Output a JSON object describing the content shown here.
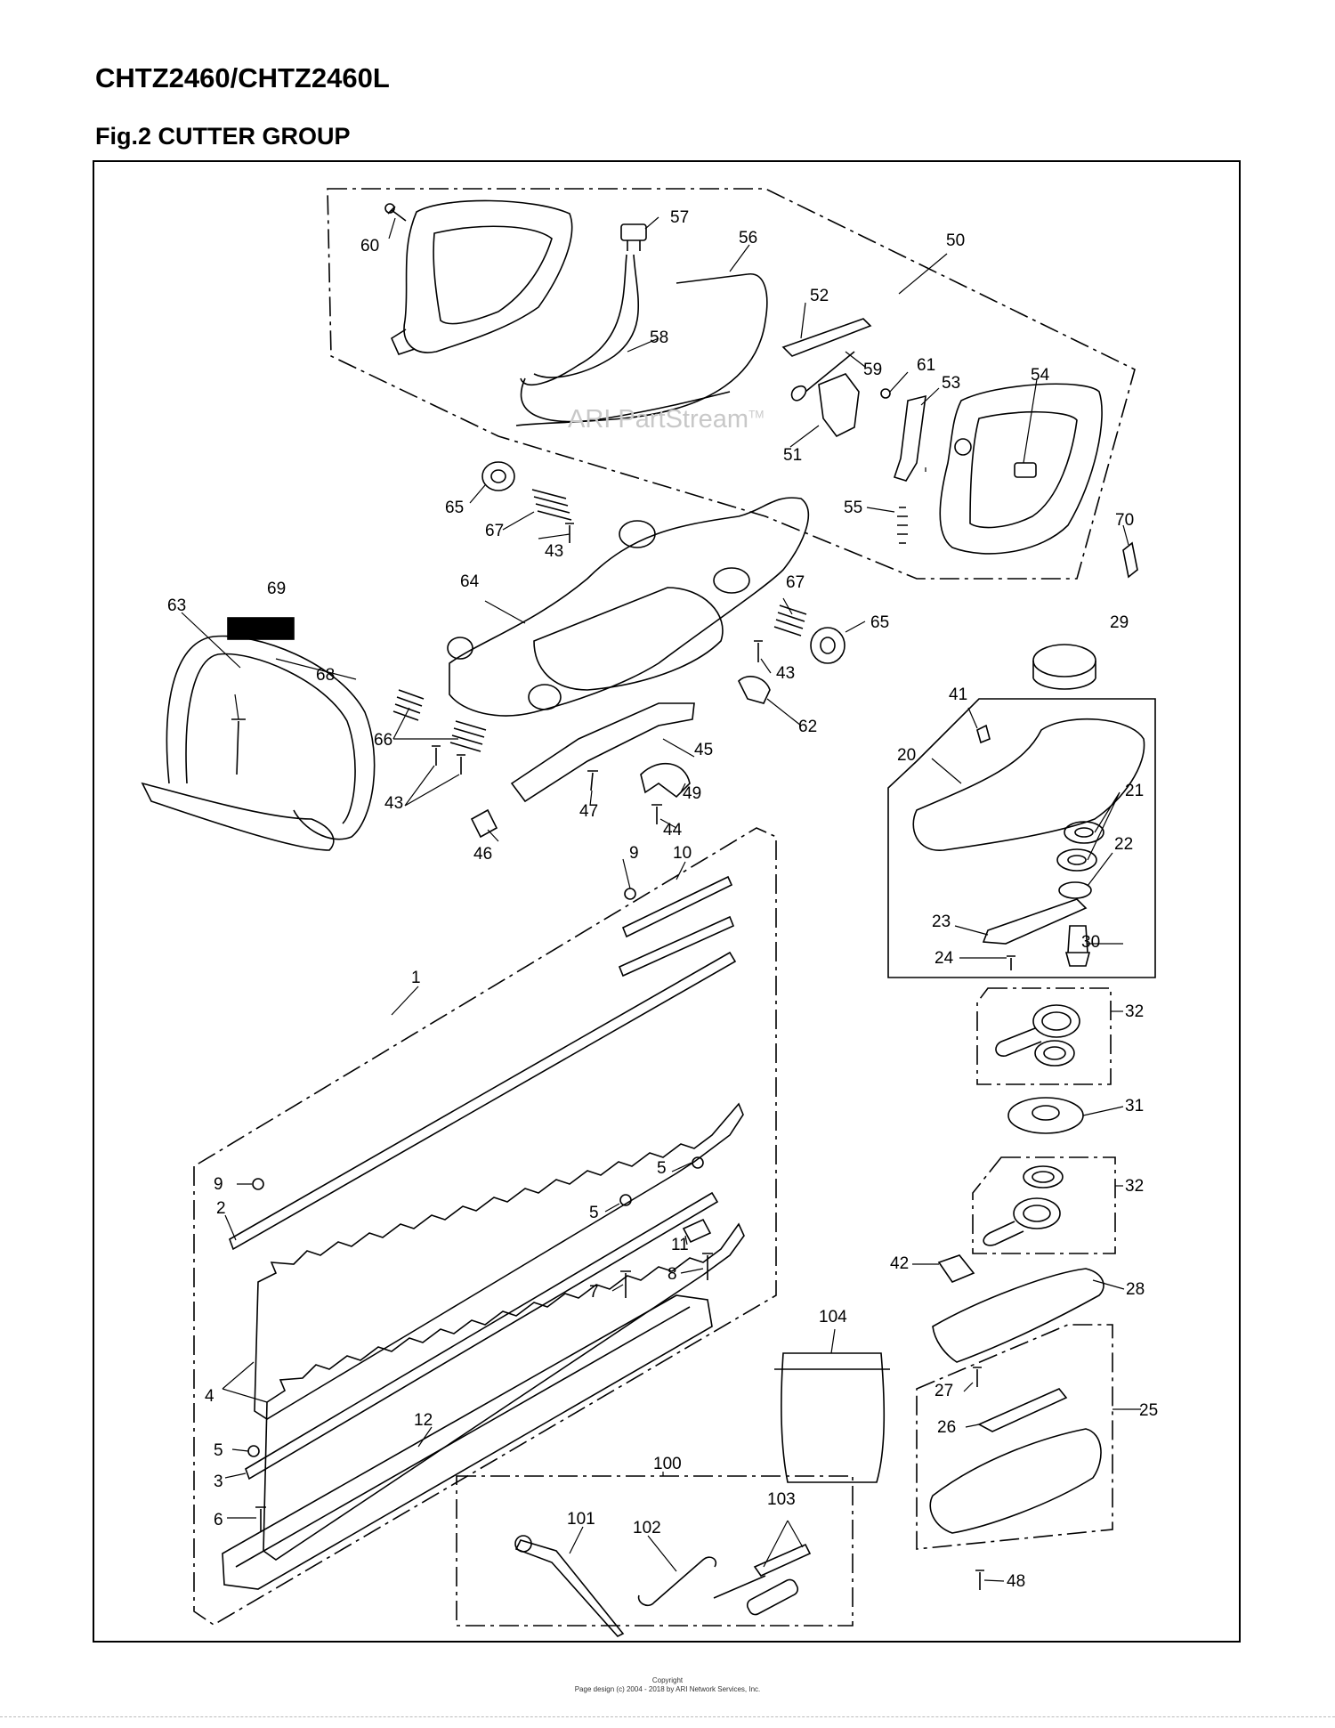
{
  "header": {
    "model": "CHTZ2460/CHTZ2460L",
    "figure_title": "Fig.2 CUTTER GROUP"
  },
  "watermark": {
    "text": "ARI PartStream",
    "mark": "TM"
  },
  "footer": {
    "line1": "Copyright",
    "line2": "Page design (c) 2004 - 2018 by ARI Network Services, Inc."
  },
  "part_labels": {
    "p1": "1",
    "p2": "2",
    "p3": "3",
    "p4": "4",
    "p5": "5",
    "p6": "6",
    "p7": "7",
    "p8": "8",
    "p9": "9",
    "p10": "10",
    "p11": "11",
    "p12": "12",
    "p20": "20",
    "p21": "21",
    "p22": "22",
    "p23": "23",
    "p24": "24",
    "p25": "25",
    "p26": "26",
    "p27": "27",
    "p28": "28",
    "p29": "29",
    "p30": "30",
    "p31": "31",
    "p32": "32",
    "p41": "41",
    "p42": "42",
    "p43": "43",
    "p44": "44",
    "p45": "45",
    "p46": "46",
    "p47": "47",
    "p48": "48",
    "p49": "49",
    "p50": "50",
    "p51": "51",
    "p52": "52",
    "p53": "53",
    "p54": "54",
    "p55": "55",
    "p56": "56",
    "p57": "57",
    "p58": "58",
    "p59": "59",
    "p60": "60",
    "p61": "61",
    "p62": "62",
    "p63": "63",
    "p64": "64",
    "p65": "65",
    "p66": "66",
    "p67": "67",
    "p68": "68",
    "p69": "69",
    "p70": "70",
    "p100": "100",
    "p101": "101",
    "p102": "102",
    "p103": "103",
    "p104": "104"
  }
}
